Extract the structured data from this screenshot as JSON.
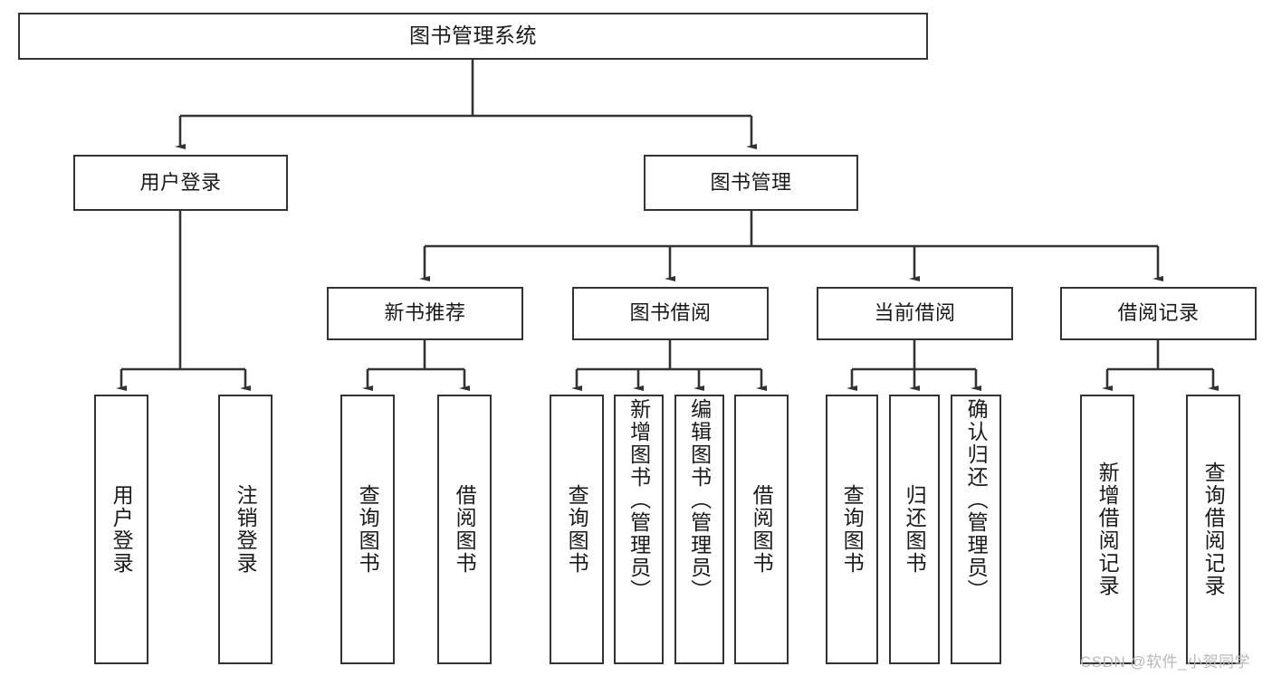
{
  "diagram": {
    "title": "图书管理系统",
    "type": "tree-hierarchy-chart",
    "colors": {
      "box_border": "#333333",
      "box_fill": "#ffffff",
      "connector": "#333333",
      "text": "#1a1a1a",
      "watermark": "#b9b9b9",
      "background": "#ffffff"
    },
    "root": {
      "label": "图书管理系统"
    },
    "level2": [
      {
        "label": "用户登录"
      },
      {
        "label": "图书管理"
      }
    ],
    "level3": [
      {
        "label": "新书推荐"
      },
      {
        "label": "图书借阅"
      },
      {
        "label": "当前借阅"
      },
      {
        "label": "借阅记录"
      }
    ],
    "leaves": {
      "user_login": [
        {
          "label": "用户登录"
        },
        {
          "label": "注销登录"
        }
      ],
      "new_book_recommend": [
        {
          "label": "查询图书"
        },
        {
          "label": "借阅图书"
        }
      ],
      "book_borrow": [
        {
          "label": "查询图书"
        },
        {
          "label": "新增图书（管理员）"
        },
        {
          "label": "编辑图书（管理员）"
        },
        {
          "label": "借阅图书"
        }
      ],
      "current_borrow": [
        {
          "label": "查询图书"
        },
        {
          "label": "归还图书"
        },
        {
          "label": "确认归还（管理员）"
        }
      ],
      "borrow_records": [
        {
          "label": "新增借阅记录"
        },
        {
          "label": "查询借阅记录"
        }
      ]
    },
    "watermark": "CSDN @软件_小贺同学"
  }
}
